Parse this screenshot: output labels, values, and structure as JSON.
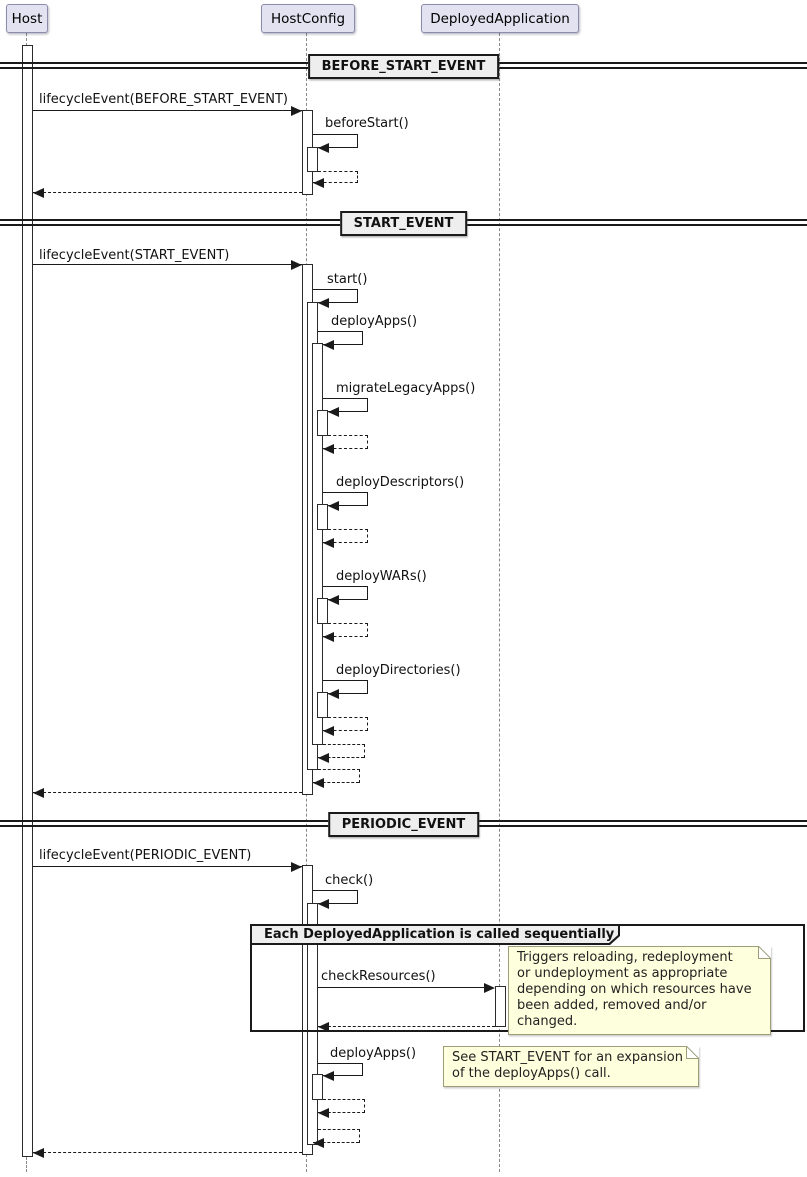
{
  "diagram_type": "uml-sequence-diagram",
  "participants": [
    {
      "name": "Host"
    },
    {
      "name": "HostConfig"
    },
    {
      "name": "DeployedApplication"
    }
  ],
  "dividers": [
    {
      "label": "BEFORE_START_EVENT"
    },
    {
      "label": "START_EVENT"
    },
    {
      "label": "PERIODIC_EVENT"
    }
  ],
  "messages": {
    "lifecycle_before_start": "lifecycleEvent(BEFORE_START_EVENT)",
    "before_start": "beforeStart()",
    "lifecycle_start": "lifecycleEvent(START_EVENT)",
    "start": "start()",
    "deploy_apps": "deployApps()",
    "migrate_legacy_apps": "migrateLegacyApps()",
    "deploy_descriptors": "deployDescriptors()",
    "deploy_wars": "deployWARs()",
    "deploy_directories": "deployDirectories()",
    "lifecycle_periodic": "lifecycleEvent(PERIODIC_EVENT)",
    "check": "check()",
    "check_resources": "checkResources()",
    "deploy_apps_periodic": "deployApps()"
  },
  "group": {
    "label": "Each DeployedApplication is called sequentially"
  },
  "notes": {
    "check_resources": "Triggers reloading, redeployment\nor undeployment as appropriate\ndepending on which resources have\nbeen added, removed and/or changed.",
    "deploy_apps": "See START_EVENT for an expansion\nof the deployApps() call."
  },
  "colors": {
    "participant_fill": "#E2E2F0",
    "participant_border": "#8C8CAA",
    "note_fill": "#FEFFDD",
    "note_border": "#9D9D7A",
    "divider_fill": "#EEEEEE",
    "line": "#1A1A1A",
    "lifeline": "#888888",
    "activation_fill": "#FFFFFF"
  }
}
